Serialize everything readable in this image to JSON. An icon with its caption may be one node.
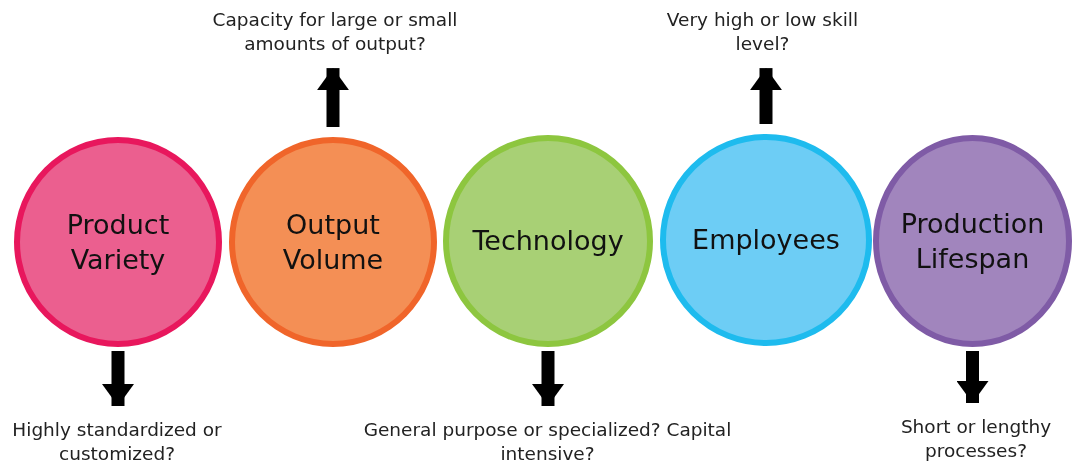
{
  "diagram": {
    "nodes": [
      {
        "text": [
          "Product Variety"
        ]
      },
      {
        "text": [
          "Output Volume"
        ]
      },
      {
        "text": [
          "Technology"
        ]
      },
      {
        "text": [
          "Employees"
        ]
      },
      {
        "text": [
          "Production Lifespan"
        ]
      },
      {
        "text": [
          "Capacity for large or small amounts of output?"
        ]
      },
      {
        "text": [
          "Very high or low skill level?"
        ]
      },
      {
        "text": [
          "Highly standardized or customized?"
        ]
      },
      {
        "text": [
          "General purpose or specialized? Capital intensive?"
        ]
      },
      {
        "text": [
          "Short or lengthy processes?"
        ]
      }
    ],
    "edges": [
      {
        "from": 0,
        "to": 7,
        "arrow": "to"
      },
      {
        "from": 1,
        "to": 5,
        "arrow": "to"
      },
      {
        "from": 2,
        "to": 8,
        "arrow": "to"
      },
      {
        "from": 3,
        "to": 6,
        "arrow": "to"
      },
      {
        "from": 4,
        "to": 9,
        "arrow": "to"
      }
    ]
  }
}
